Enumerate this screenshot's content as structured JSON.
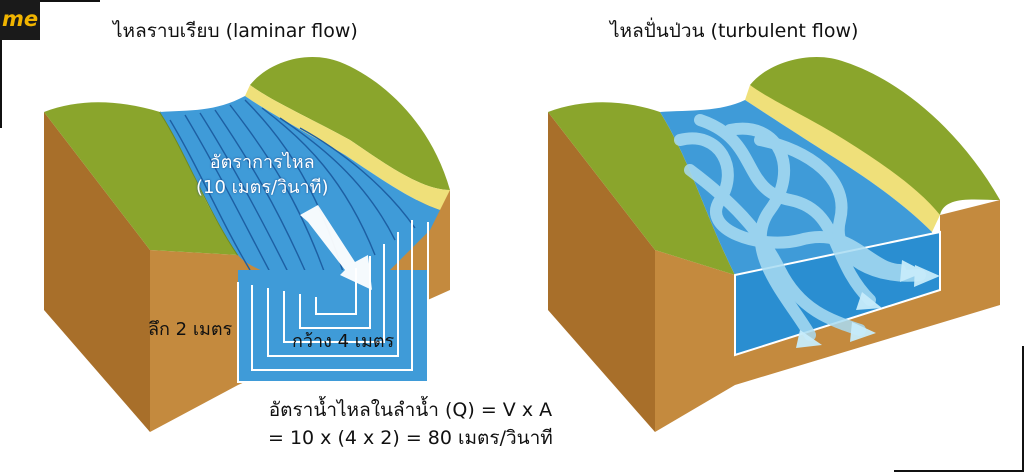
{
  "logo": {
    "text": "me"
  },
  "titles": {
    "laminar": "ไหลราบเรียบ (laminar flow)",
    "turbulent": "ไหลปั่นป่วน (turbulent flow)"
  },
  "laminar_labels": {
    "rate_line1": "อัตราการไหล",
    "rate_line2": "(10 เมตร/วินาที)",
    "depth": "ลึก 2 เมตร",
    "width": "กว้าง 4 เมตร"
  },
  "formula": {
    "line1": "อัตราน้ำไหลในลำน้ำ (Q) = V x A",
    "line2": "= 10 x (4 x 2) = 80 เมตร/วินาที"
  },
  "colors": {
    "soil": "#c48a3e",
    "soil_dark": "#a86f2a",
    "grass": "#8aa52c",
    "sand": "#efe07a",
    "water": "#3f9bd8",
    "water_dark": "#2a7fc0",
    "water_light": "#a9dcf3"
  }
}
